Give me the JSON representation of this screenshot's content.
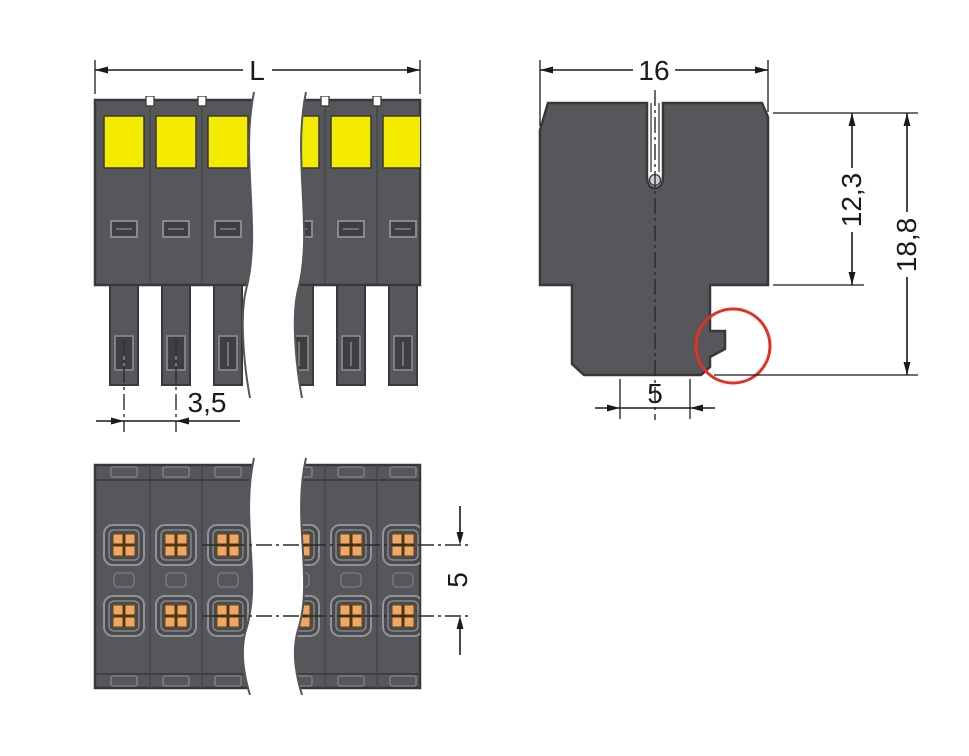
{
  "drawing": {
    "type": "technical-dimension-drawing",
    "subject": "terminal-block-connector",
    "views": {
      "front": {
        "label": "front-view",
        "dim_length": "L",
        "dim_pitch": "3,5"
      },
      "side": {
        "label": "side-view",
        "dim_width": "16",
        "dim_upper_height": "12,3",
        "dim_total_height": "18,8",
        "dim_pin_field": "5"
      },
      "bottom": {
        "label": "bottom-view",
        "dim_row_pitch": "5"
      }
    },
    "colors": {
      "housing_gray": "#56575b",
      "outline_dark": "#38383a",
      "pushbutton_yellow": "#f5eb00",
      "contact_orange": "#eea766",
      "highlight_red": "#e63022",
      "dimension_black": "#1a1a1a",
      "background": "#ffffff"
    }
  }
}
